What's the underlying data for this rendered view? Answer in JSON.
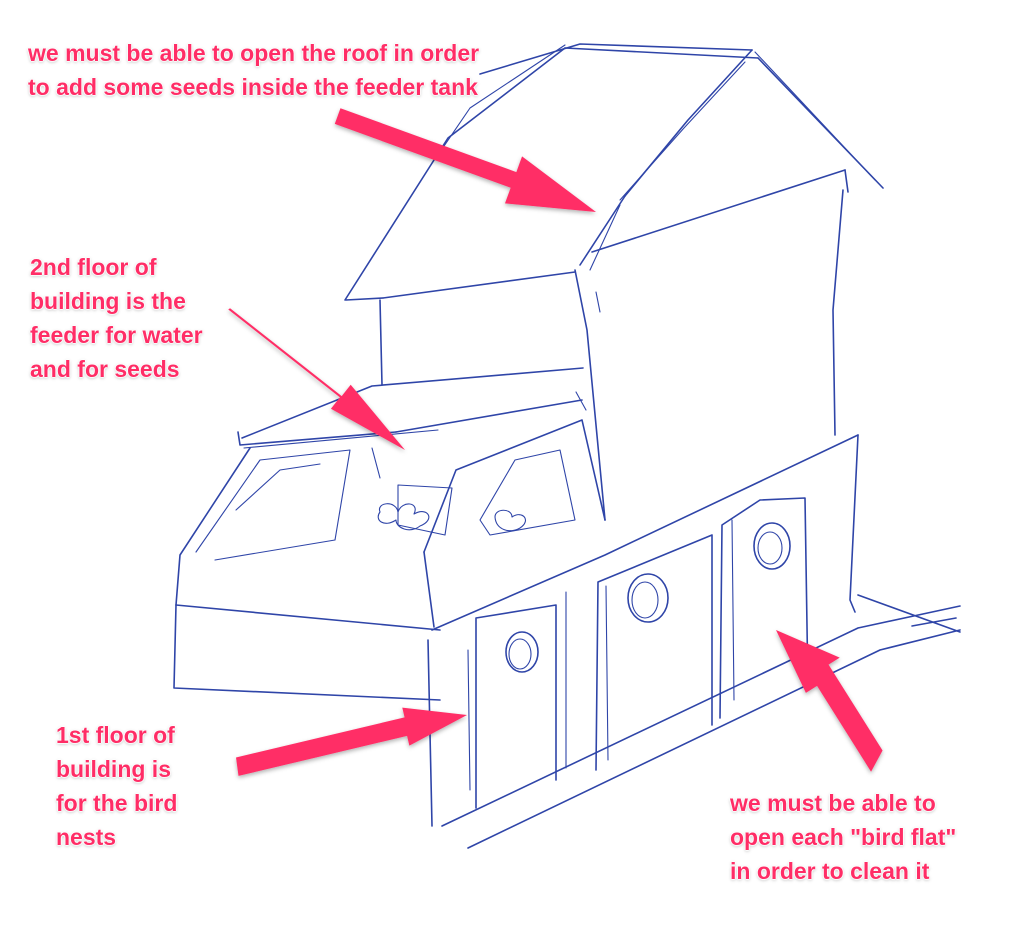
{
  "colors": {
    "sketch_ink": "#2f45a8",
    "annotation": "#ff2d66",
    "background": "#ffffff"
  },
  "annotations": {
    "roof": "we must be able to open the roof in order\nto add some seeds inside the feeder tank",
    "feeder": "2nd floor of\nbuilding is the\nfeeder for water\nand for seeds",
    "nests": "1st floor of\nbuilding is\nfor the bird\nnests",
    "flats": "we must be able to\nopen each \"bird flat\"\nin order to clean it"
  }
}
